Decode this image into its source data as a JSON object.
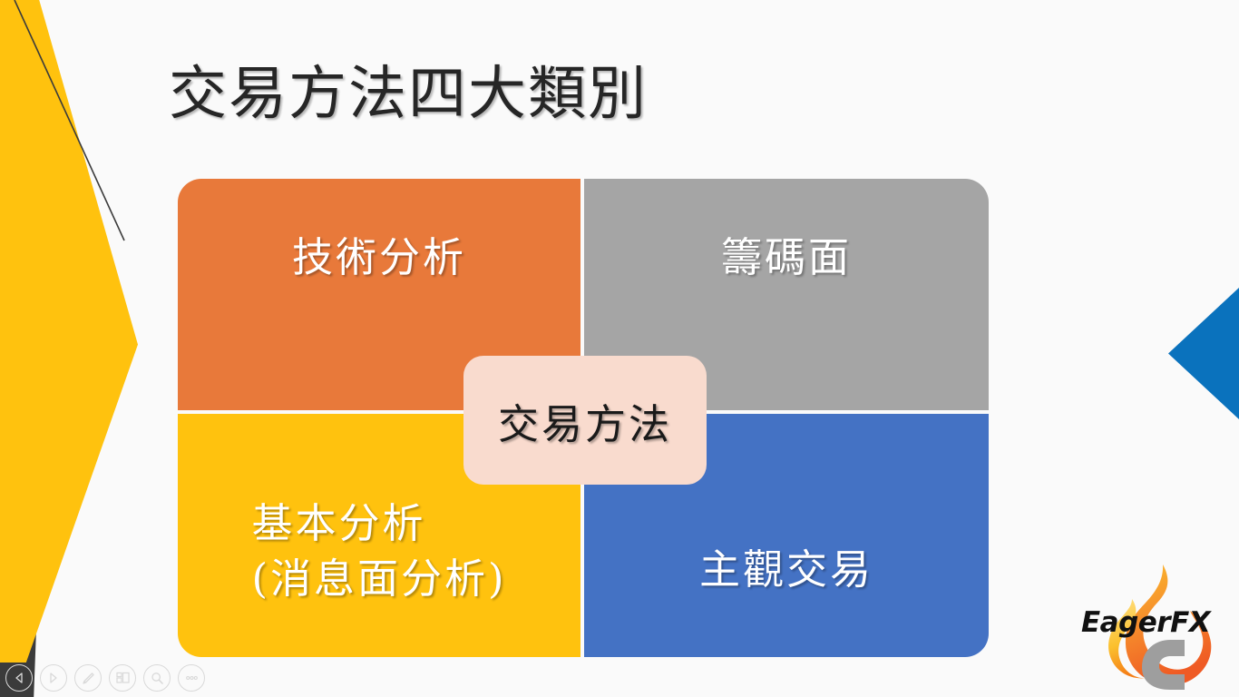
{
  "slide": {
    "title": "交易方法四大類別",
    "background_color": "#FAFAFA",
    "center_label": "交易方法",
    "center_color": "#F9DBCE",
    "quadrants": [
      {
        "id": "top-left",
        "label": "技術分析",
        "label2": "",
        "color": "#E8793A"
      },
      {
        "id": "top-right",
        "label": "籌碼面",
        "label2": "",
        "color": "#A5A5A5"
      },
      {
        "id": "bottom-left",
        "label": "基本分析",
        "label2": "(消息面分析)",
        "color": "#FFC20E"
      },
      {
        "id": "bottom-right",
        "label": "主觀交易",
        "label2": "",
        "color": "#4472C4"
      }
    ],
    "decorations": {
      "yellow_chevron_color": "#FFC20E",
      "dark_wedge_color": "#3B3B3B",
      "blue_triangle_color": "#0A72BD",
      "thin_line_color": "#3B3B3B"
    }
  },
  "logo": {
    "wordmark": "EagerFX",
    "flame_colors": [
      "#F9A825",
      "#F47B20",
      "#FFD54F"
    ],
    "hook_color": "#9E9E9E"
  },
  "toolbar": {
    "buttons": [
      {
        "name": "previous-slide-button",
        "icon": "triangle-left-icon"
      },
      {
        "name": "next-slide-button",
        "icon": "triangle-right-icon"
      },
      {
        "name": "pen-tool-button",
        "icon": "pen-icon"
      },
      {
        "name": "slide-overview-button",
        "icon": "grid-slides-icon"
      },
      {
        "name": "zoom-button",
        "icon": "magnifier-icon"
      },
      {
        "name": "more-options-button",
        "icon": "ellipsis-icon"
      }
    ]
  }
}
